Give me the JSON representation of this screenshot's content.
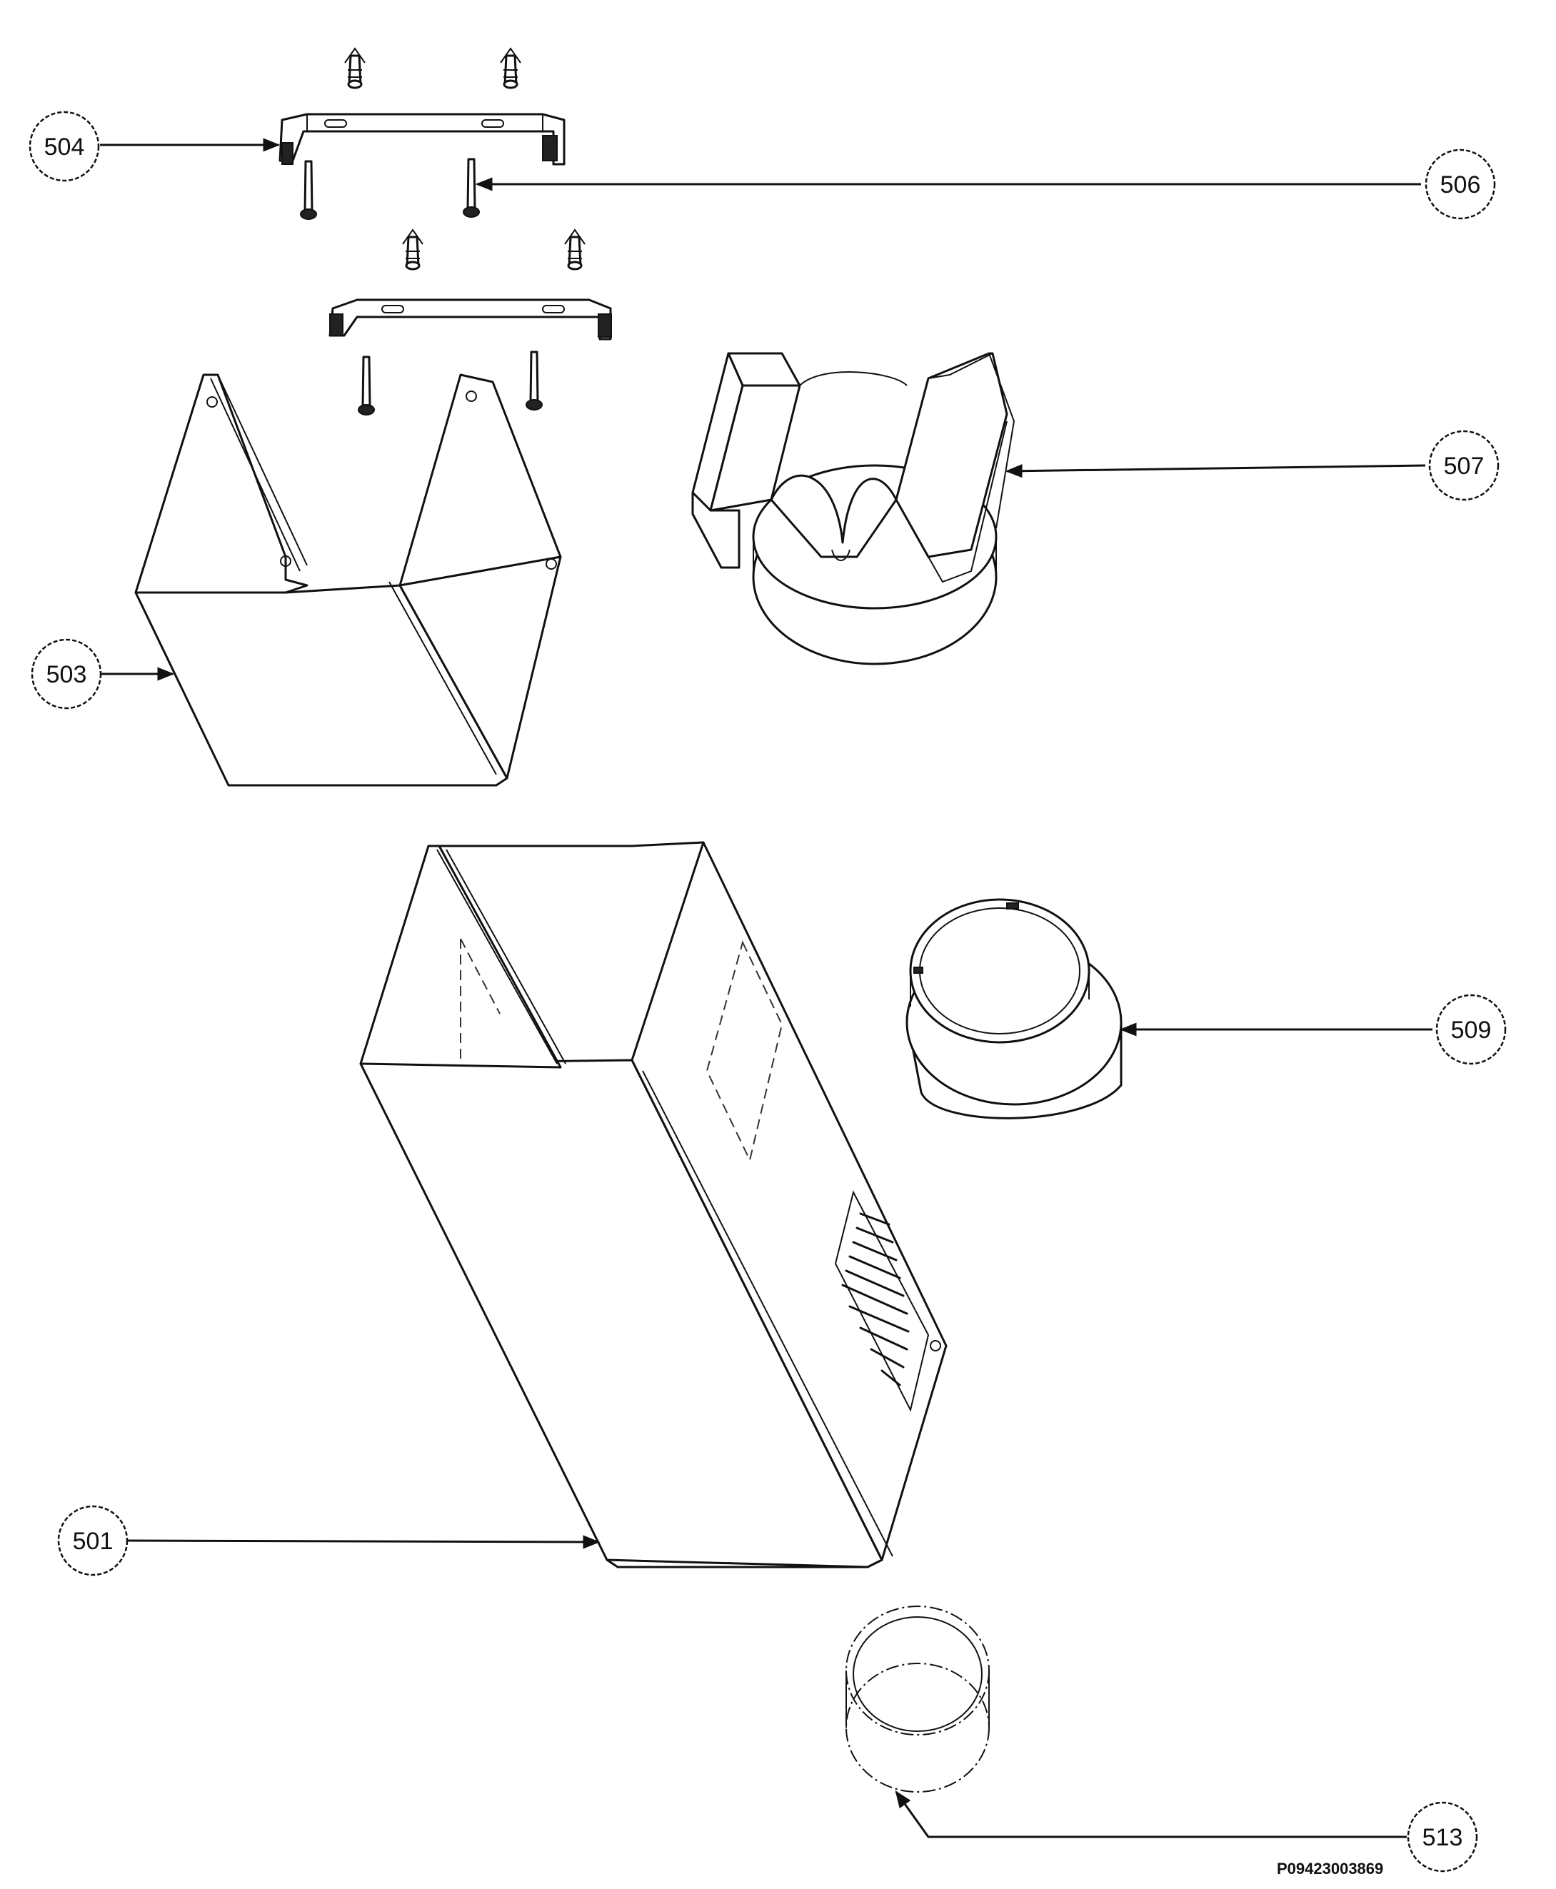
{
  "callouts": [
    {
      "id": "504",
      "label": "504"
    },
    {
      "id": "506",
      "label": "506"
    },
    {
      "id": "503",
      "label": "503"
    },
    {
      "id": "507",
      "label": "507"
    },
    {
      "id": "509",
      "label": "509"
    },
    {
      "id": "501",
      "label": "501"
    },
    {
      "id": "513",
      "label": "513"
    }
  ],
  "drawing_code": "P09423003869",
  "colors": {
    "line": "#111111",
    "background": "#ffffff"
  }
}
